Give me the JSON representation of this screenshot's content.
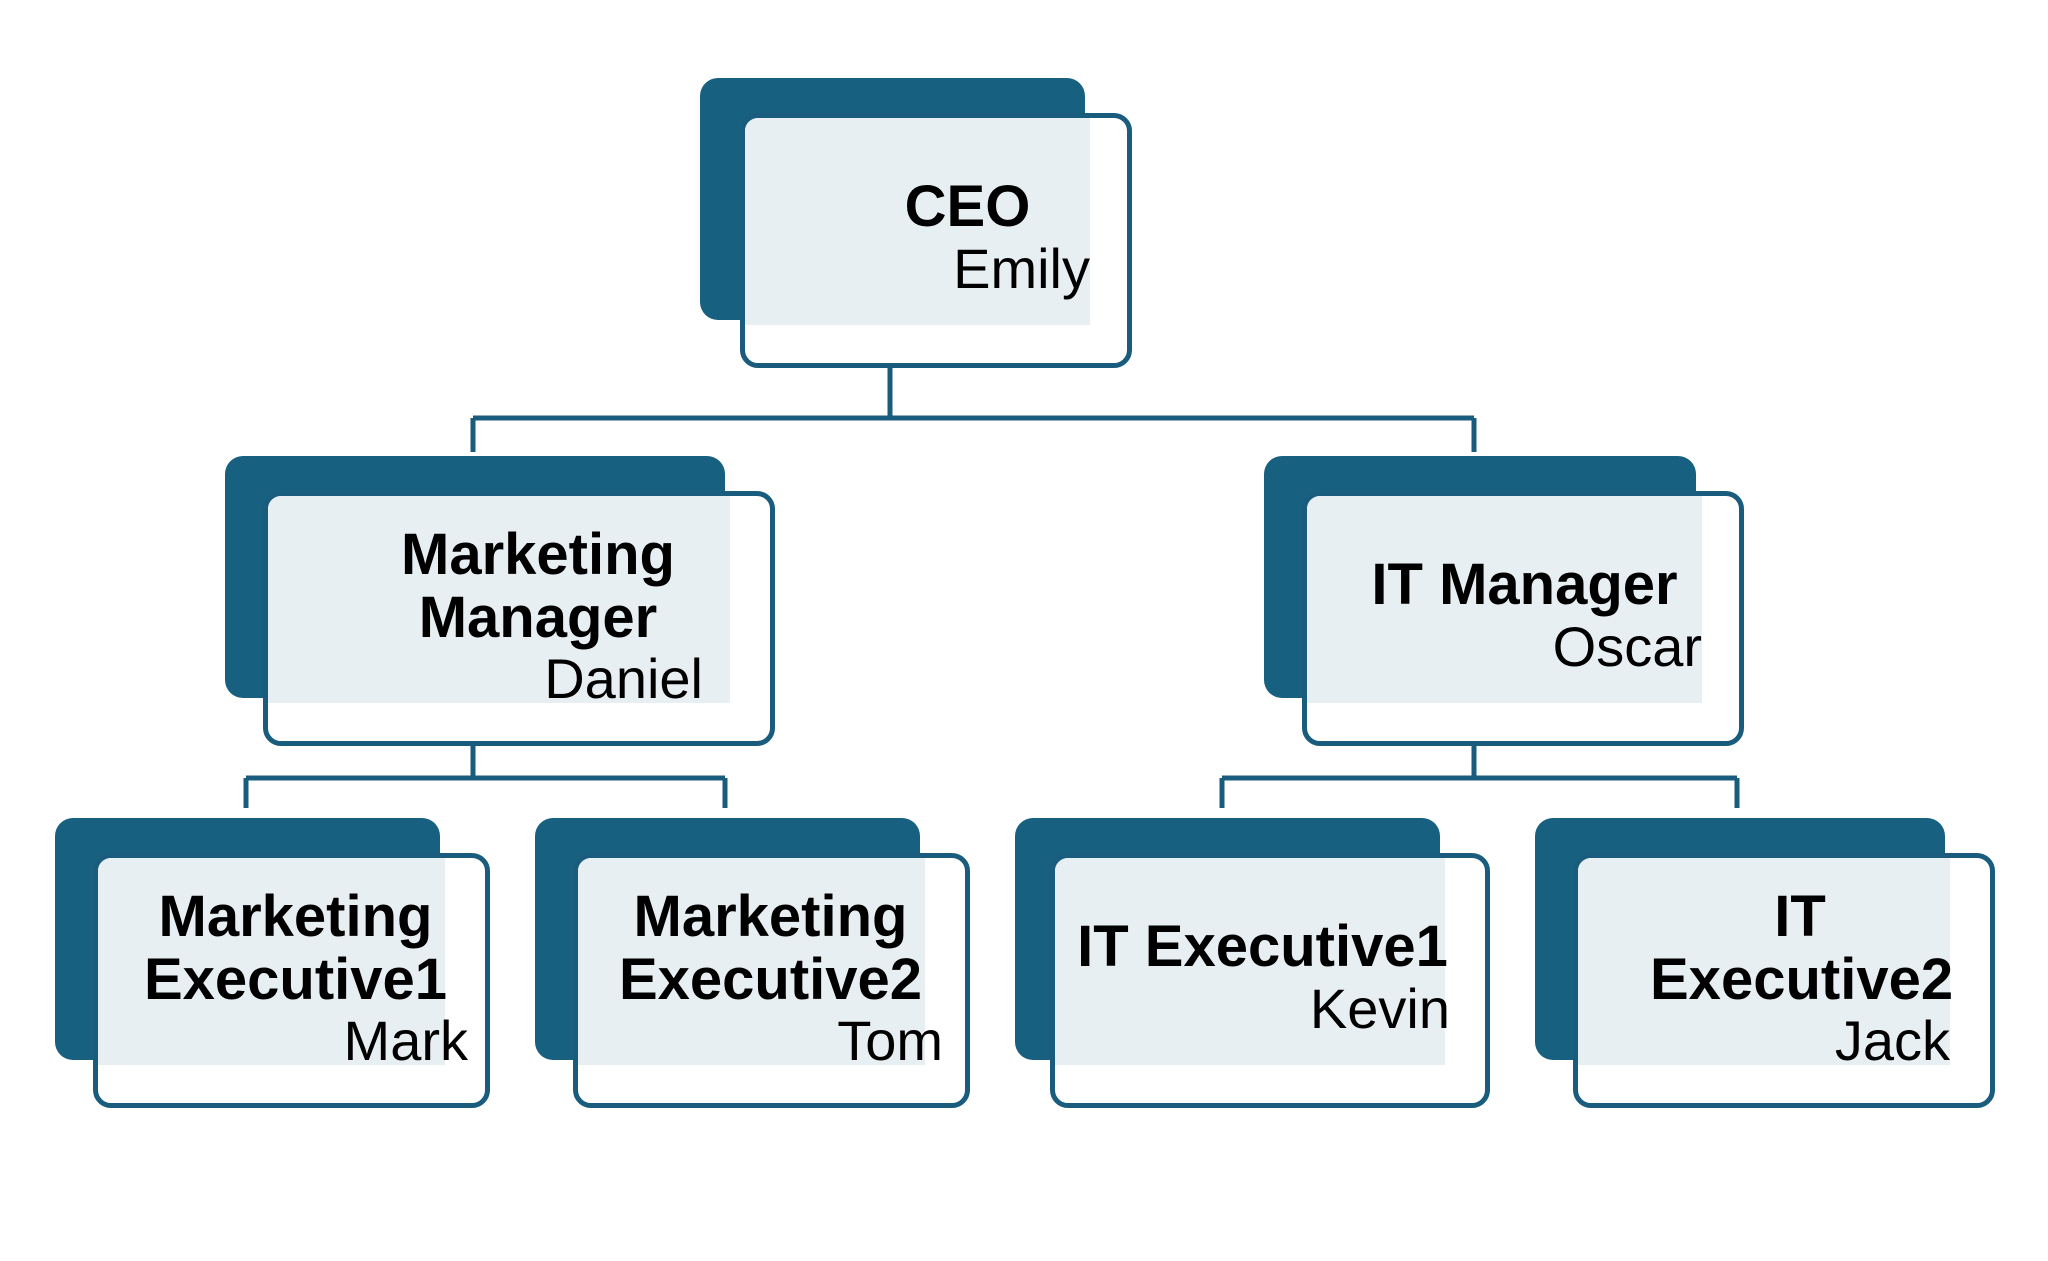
{
  "nodes": {
    "ceo": {
      "role": "CEO",
      "name": "Emily"
    },
    "marketing_manager": {
      "role": "Marketing Manager",
      "name": "Daniel"
    },
    "it_manager": {
      "role": "IT Manager",
      "name": "Oscar"
    },
    "marketing_exec1": {
      "role": "Marketing Executive1",
      "name": "Mark"
    },
    "marketing_exec2": {
      "role": "Marketing Executive2",
      "name": "Tom"
    },
    "it_exec1": {
      "role": "IT Executive1",
      "name": "Kevin"
    },
    "it_exec2": {
      "role": "IT Executive2",
      "name": "Jack"
    }
  },
  "colors": {
    "accent": "#17607f",
    "border": "#1a5c7d",
    "tint": "#e8eff2"
  }
}
